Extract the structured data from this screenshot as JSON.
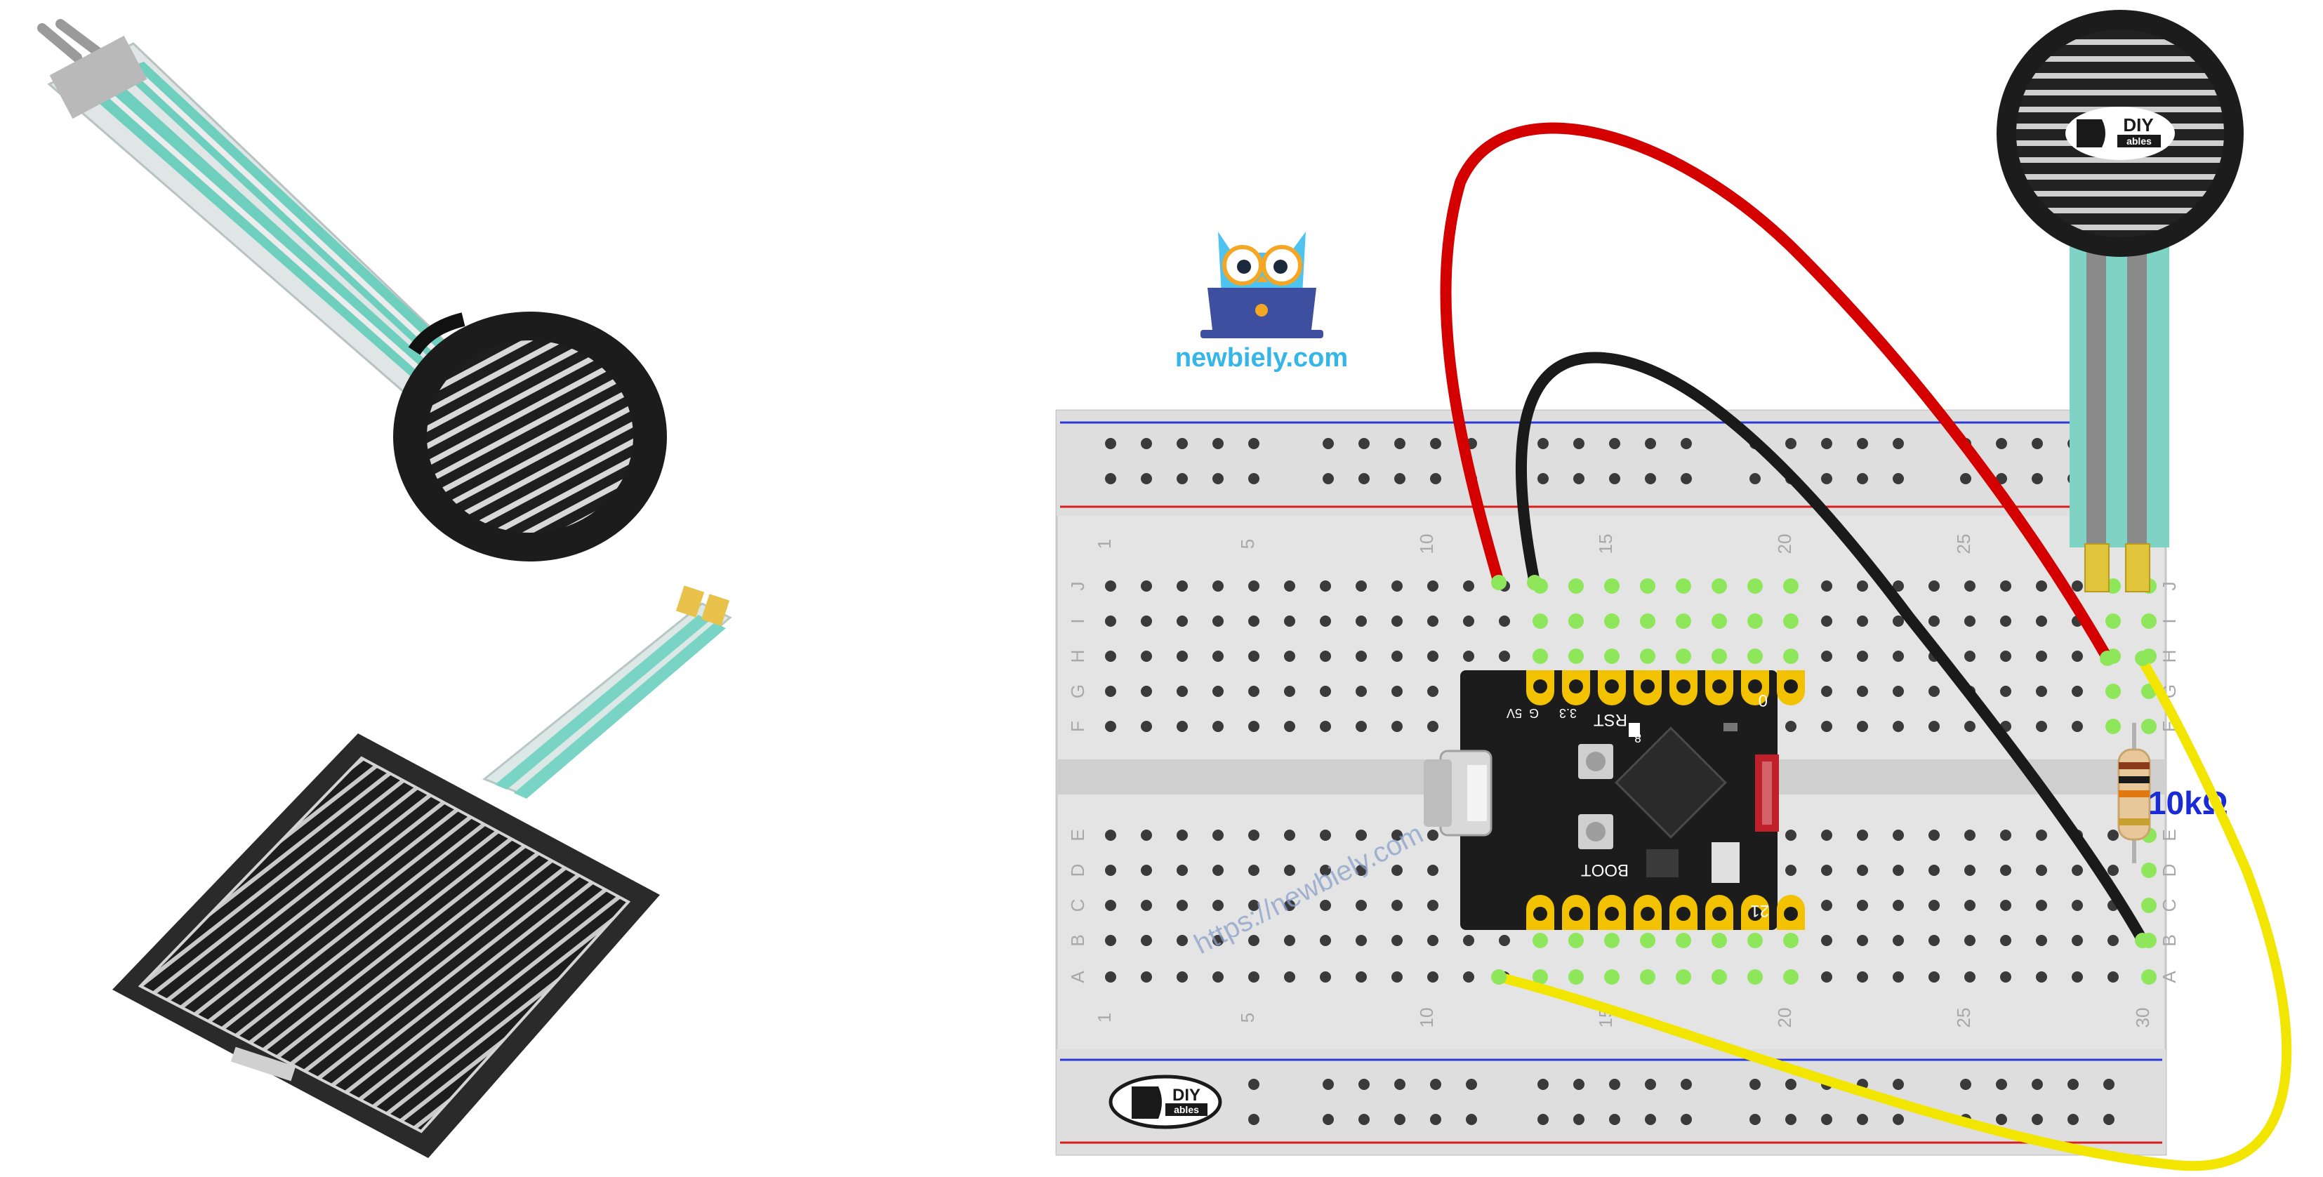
{
  "branding": {
    "site_name": "newbiely.com",
    "watermark": "https://newbiely.com",
    "diy_logo_top": "DIY",
    "diy_logo_bottom": "ables"
  },
  "breadboard": {
    "column_numbers": [
      "1",
      "5",
      "10",
      "15",
      "20",
      "25",
      "30"
    ],
    "row_letters_top": [
      "J",
      "I",
      "H",
      "G",
      "F"
    ],
    "row_letters_bottom": [
      "E",
      "D",
      "C",
      "B",
      "A"
    ]
  },
  "board": {
    "pin_label_top_right": "0",
    "pin_label_bottom_right": "21",
    "label_5v": "5V",
    "label_g": "G",
    "label_3v3": "3.3",
    "label_rst": "RST",
    "label_boot": "BOOT",
    "label_8": "8"
  },
  "resistor": {
    "value_label": "10kΩ"
  },
  "colors": {
    "wire_5v": "#d40000",
    "wire_gnd": "#1a1a1a",
    "wire_signal": "#f2e600",
    "highlight_hole": "#8ee65a",
    "value_label": "#1a2bd6"
  }
}
